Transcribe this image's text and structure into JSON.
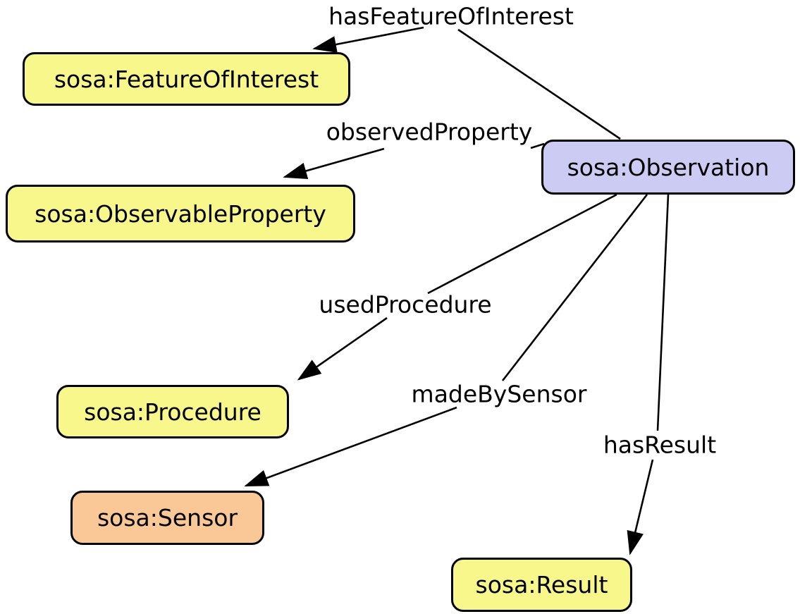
{
  "diagram": {
    "background_color": "#ffffff",
    "line_color": "#000000",
    "text_color": "#000000",
    "nodes": [
      {
        "id": "observation",
        "label": "sosa:Observation",
        "fill": "#cbcbf4"
      },
      {
        "id": "featureOfInterest",
        "label": "sosa:FeatureOfInterest",
        "fill": "#f7f78c"
      },
      {
        "id": "observableProperty",
        "label": "sosa:ObservableProperty",
        "fill": "#f7f78c"
      },
      {
        "id": "procedure",
        "label": "sosa:Procedure",
        "fill": "#f7f78c"
      },
      {
        "id": "sensor",
        "label": "sosa:Sensor",
        "fill": "#fac897"
      },
      {
        "id": "result",
        "label": "sosa:Result",
        "fill": "#f7f78c"
      }
    ],
    "edges": [
      {
        "id": "hasFeatureOfInterest",
        "label": "hasFeatureOfInterest",
        "from": "observation",
        "to": "featureOfInterest"
      },
      {
        "id": "observedProperty",
        "label": "observedProperty",
        "from": "observation",
        "to": "observableProperty"
      },
      {
        "id": "usedProcedure",
        "label": "usedProcedure",
        "from": "observation",
        "to": "procedure"
      },
      {
        "id": "madeBySensor",
        "label": "madeBySensor",
        "from": "observation",
        "to": "sensor"
      },
      {
        "id": "hasResult",
        "label": "hasResult",
        "from": "observation",
        "to": "result"
      }
    ]
  }
}
